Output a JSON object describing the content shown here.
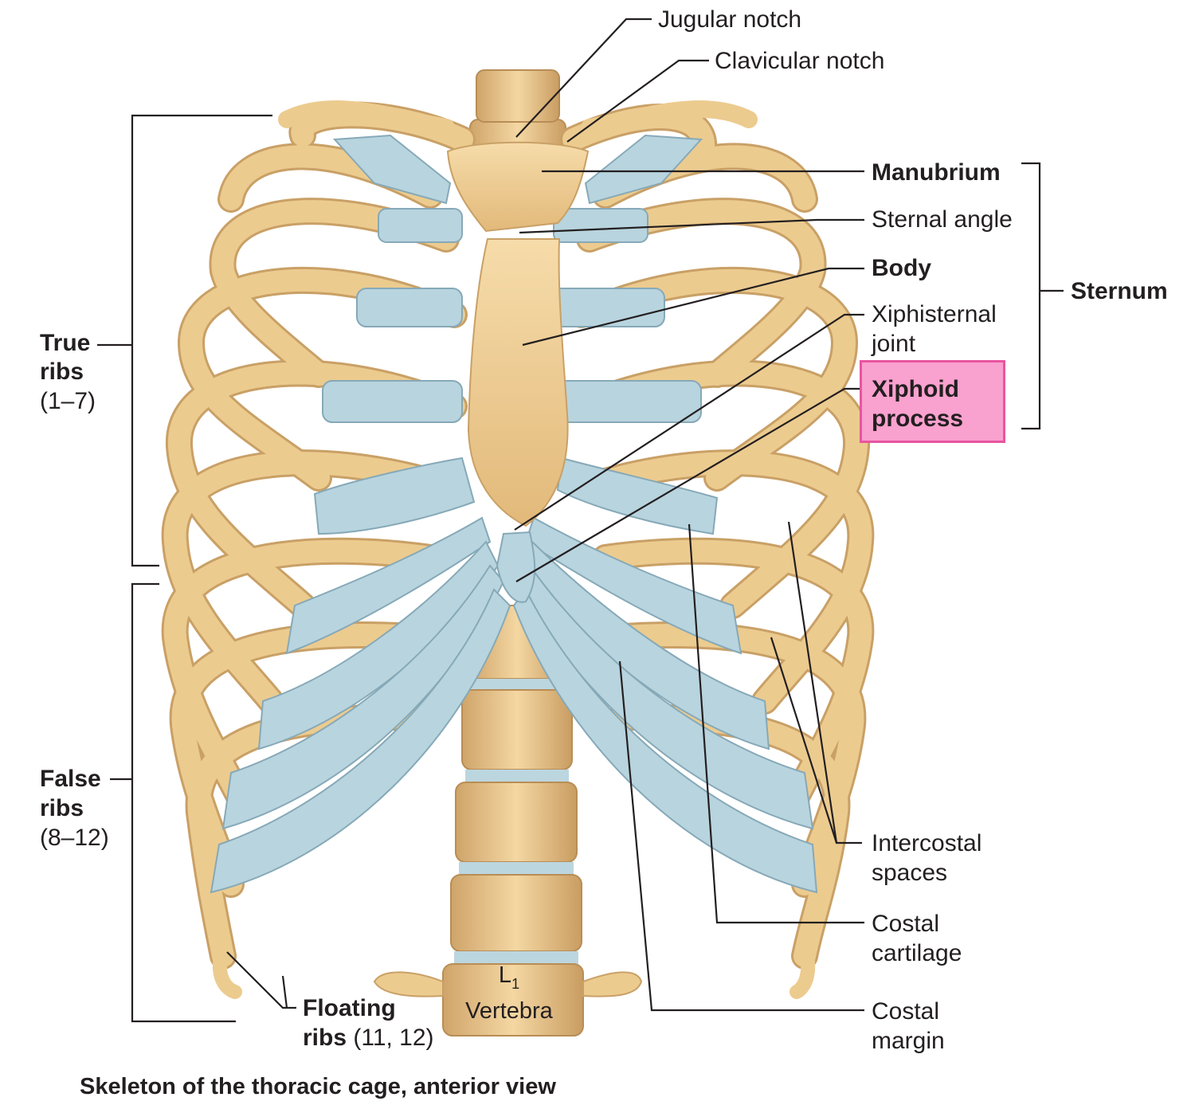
{
  "diagram": {
    "caption": "Skeleton of the thoracic cage, anterior view",
    "labels": {
      "jugular_notch": "Jugular notch",
      "clavicular_notch": "Clavicular notch",
      "manubrium": "Manubrium",
      "sternal_angle": "Sternal angle",
      "body": "Body",
      "xiphisternal_joint_1": "Xiphisternal",
      "xiphisternal_joint_2": "joint",
      "xiphoid_process_1": "Xiphoid",
      "xiphoid_process_2": "process",
      "sternum": "Sternum",
      "true_ribs_1": "True",
      "true_ribs_2": "ribs",
      "true_ribs_3": "(1–7)",
      "false_ribs_1": "False",
      "false_ribs_2": "ribs",
      "false_ribs_3": "(8–12)",
      "floating_ribs_1": "Floating",
      "floating_ribs_2_bold": "ribs",
      "floating_ribs_2_rest": " (11, 12)",
      "vertebra_letter": "L",
      "vertebra_sub": "1",
      "vertebra_word": "Vertebra",
      "intercostal_1": "Intercostal",
      "intercostal_2": "spaces",
      "costal_cartilage_1": "Costal",
      "costal_cartilage_2": "cartilage",
      "costal_margin_1": "Costal",
      "costal_margin_2": "margin"
    },
    "colors": {
      "bone": "#eccb8f",
      "bone_edge": "#c9a066",
      "cartilage": "#b8d4de",
      "cartilage_edge": "#86a9b8",
      "highlight": "#f9a1cf",
      "highlight_border": "#e8559f",
      "line": "#231f20"
    }
  }
}
